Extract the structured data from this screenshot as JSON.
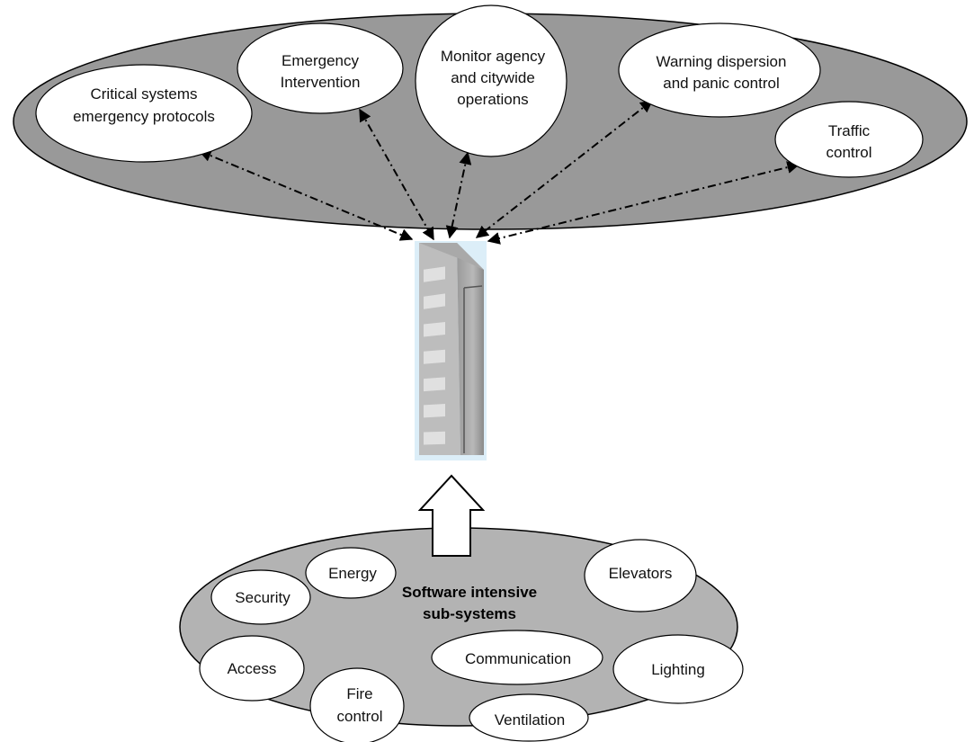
{
  "top_cluster": {
    "nodes": {
      "critical": [
        "Critical systems",
        "emergency protocols"
      ],
      "intervention": [
        "Emergency",
        "Intervention"
      ],
      "monitor": [
        "Monitor agency",
        "and citywide",
        "operations"
      ],
      "warning": [
        "Warning dispersion",
        "and panic control"
      ],
      "traffic": [
        "Traffic",
        "control"
      ]
    }
  },
  "bottom_cluster": {
    "title": [
      "Software intensive",
      "sub-systems"
    ],
    "nodes": {
      "energy": "Energy",
      "security": "Security",
      "elevators": "Elevators",
      "access": "Access",
      "communication": "Communication",
      "lighting": "Lighting",
      "fire": [
        "Fire",
        "control"
      ],
      "ventilation": "Ventilation"
    }
  },
  "icons": {
    "building": "building-icon",
    "up_arrow": "up-arrow-icon"
  },
  "colors": {
    "top_cluster_fill": "#999999",
    "bottom_cluster_fill": "#b3b3b3",
    "node_fill": "#ffffff",
    "building_background": "#dceef8"
  }
}
